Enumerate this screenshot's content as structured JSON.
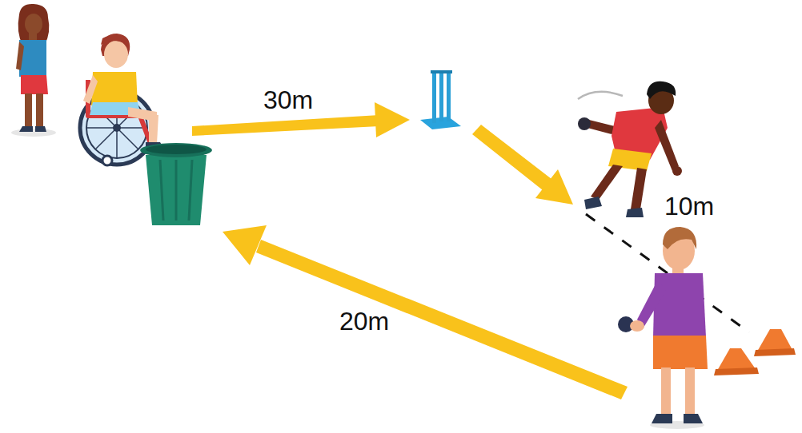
{
  "diagram": {
    "labels": [
      "30m",
      "10m",
      "20m"
    ]
  }
}
